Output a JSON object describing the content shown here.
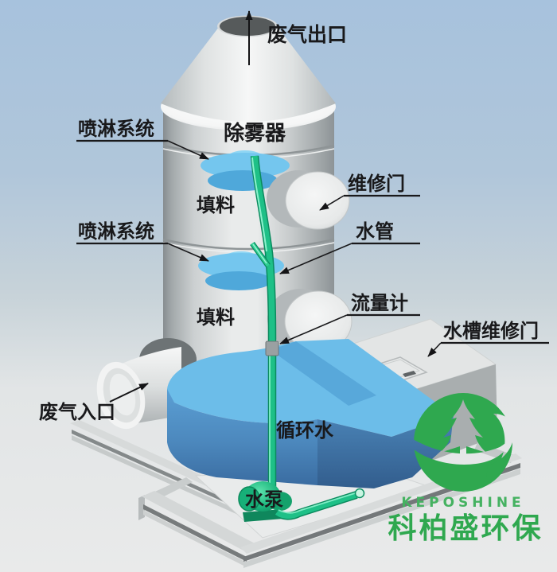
{
  "colors": {
    "sky": "#a7c2dd",
    "floor": "#e9eaea",
    "tower_gray": "#e9ebeb",
    "water_light": "#6cbde9",
    "water_mid": "#4c88bd",
    "water_dark": "#3a6ca1",
    "pipe_green": "#1ec087",
    "logo_green": "#2fa84f",
    "label_text": "#19191b"
  },
  "labels": {
    "gas_outlet": "废气出口",
    "demister": "除雾器",
    "spray_system_upper": "喷淋系统",
    "spray_system_lower": "喷淋系统",
    "packing_upper": "填料",
    "packing_lower": "填料",
    "maintenance_door": "维修门",
    "water_pipe": "水管",
    "flow_meter": "流量计",
    "tank_maintenance_door": "水槽维修门",
    "gas_inlet": "废气入口",
    "circulating_water": "循环水",
    "water_pump": "水泵"
  },
  "logo": {
    "brand_en": "KEPOSHINE",
    "brand_cn": "科柏盛环保"
  }
}
